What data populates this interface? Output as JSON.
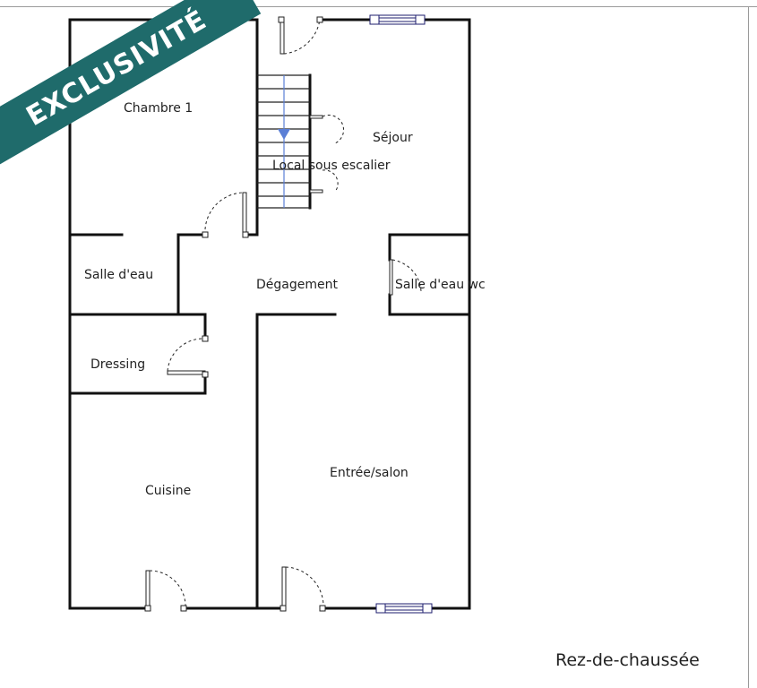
{
  "badge": {
    "text": "EXCLUSIVITÉ",
    "color": "#1f6b6b"
  },
  "plan": {
    "level": "Rez-de-chaussée",
    "rooms": {
      "chambre1": "Chambre 1",
      "sejour": "Séjour",
      "local_escalier": "Local sous escalier",
      "salle_eau": "Salle d'eau",
      "degagement": "Dégagement",
      "salle_eau_wc": "Salle d'eau wc",
      "dressing": "Dressing",
      "cuisine": "Cuisine",
      "entree_salon": "Entrée/salon"
    },
    "colors": {
      "wall": "#111111",
      "window": "#1c1c6e",
      "stair_arrow": "#5b7fd6"
    }
  }
}
